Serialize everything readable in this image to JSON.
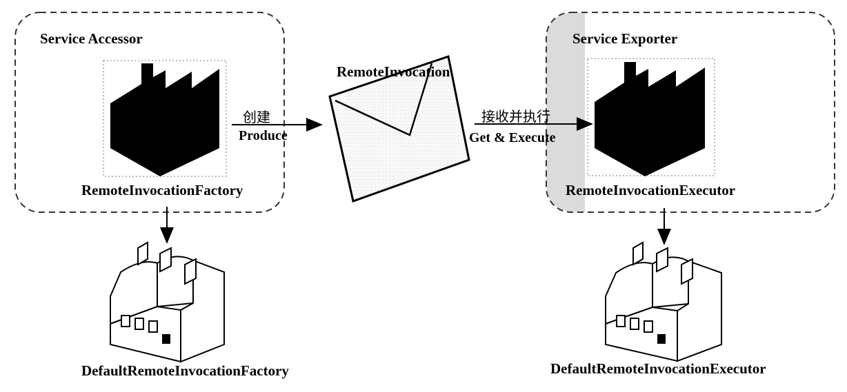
{
  "diagram": {
    "accessor_group": {
      "label": "Service Accessor"
    },
    "exporter_group": {
      "label": "Service Exporter"
    },
    "nodes": {
      "factory": {
        "label": "RemoteInvocationFactory"
      },
      "invocation": {
        "label": "RemoteInvocation"
      },
      "executor": {
        "label": "RemoteInvocationExecutor"
      },
      "default_factory": {
        "label": "DefaultRemoteInvocationFactory"
      },
      "default_executor": {
        "label": "DefaultRemoteInvocationExecutor"
      }
    },
    "edges": {
      "produce": {
        "label_cn": "创建",
        "label_en": "Produce"
      },
      "execute": {
        "label_cn": "接收并执行",
        "label_en": "Get & Execute"
      }
    },
    "icons": {
      "factory": "factory-icon",
      "invocation": "envelope-icon",
      "executor": "factory-icon",
      "default_factory": "factory-building-icon",
      "default_executor": "factory-building-icon"
    }
  }
}
